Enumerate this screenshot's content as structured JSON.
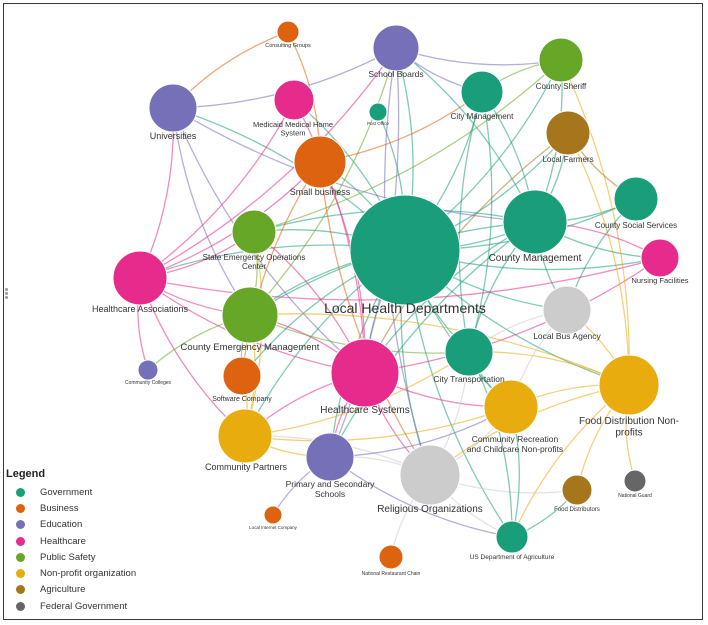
{
  "colors": {
    "government": "#1a9e7a",
    "business": "#de6310",
    "education": "#7570b8",
    "healthcare": "#e62b8c",
    "public_safety": "#67a728",
    "nonprofit": "#e8ac0e",
    "agriculture": "#a6761d",
    "federal": "#666666",
    "religious": "#cccccc",
    "busagency": "#cccccc"
  },
  "legend": {
    "title": "Legend",
    "items": [
      {
        "label": "Government",
        "color": "#1a9e7a"
      },
      {
        "label": "Business",
        "color": "#de6310"
      },
      {
        "label": "Education",
        "color": "#7570b8"
      },
      {
        "label": "Healthcare",
        "color": "#e62b8c"
      },
      {
        "label": "Public Safety",
        "color": "#67a728"
      },
      {
        "label": "Non-profit organization",
        "color": "#e8ac0e"
      },
      {
        "label": "Agriculture",
        "color": "#a6761d"
      },
      {
        "label": "Federal Government",
        "color": "#666666"
      }
    ]
  },
  "nodes": [
    {
      "id": "lhd",
      "label": "Local Health Departments",
      "category": "government"
    },
    {
      "id": "cm",
      "label": "County Management",
      "category": "government"
    },
    {
      "id": "hs",
      "label": "Healthcare Systems",
      "category": "healthcare"
    },
    {
      "id": "cem",
      "label": "County Emergency Management",
      "category": "public_safety"
    },
    {
      "id": "ha",
      "label": "Healthcare Associations",
      "category": "healthcare"
    },
    {
      "id": "fdn",
      "label": "Food Distribution Non-profits",
      "category": "nonprofit"
    },
    {
      "id": "ro",
      "label": "Religious Organizations",
      "category": "religious"
    },
    {
      "id": "univ",
      "label": "Universities",
      "category": "education"
    },
    {
      "id": "sb",
      "label": "Small business",
      "category": "business"
    },
    {
      "id": "ct",
      "label": "City Transportation",
      "category": "government"
    },
    {
      "id": "lba",
      "label": "Local Bus Agency",
      "category": "busagency"
    },
    {
      "id": "crc",
      "label": "Community Recreation and Childcare Non-profits",
      "category": "nonprofit"
    },
    {
      "id": "cp",
      "label": "Community Partners",
      "category": "nonprofit"
    },
    {
      "id": "pss",
      "label": "Primary and Secondary Schools",
      "category": "education"
    },
    {
      "id": "seoc",
      "label": "State Emergency Operations Center",
      "category": "public_safety"
    },
    {
      "id": "sboard",
      "label": "School Boards",
      "category": "education"
    },
    {
      "id": "csheriff",
      "label": "County Sheriff",
      "category": "public_safety"
    },
    {
      "id": "cityman",
      "label": "City Management",
      "category": "government"
    },
    {
      "id": "lfarm",
      "label": "Local Farmers",
      "category": "agriculture"
    },
    {
      "id": "css",
      "label": "County Social Services",
      "category": "government"
    },
    {
      "id": "nf",
      "label": "Nursing Facilities",
      "category": "healthcare"
    },
    {
      "id": "mmhs",
      "label": "Medicaid Medical Home System",
      "category": "healthcare"
    },
    {
      "id": "cg",
      "label": "Consulting Groups",
      "category": "business"
    },
    {
      "id": "po",
      "label": "Post Office",
      "category": "government"
    },
    {
      "id": "swc",
      "label": "Software Company",
      "category": "business"
    },
    {
      "id": "cc",
      "label": "Community Colleges",
      "category": "education"
    },
    {
      "id": "usda",
      "label": "US Department of Agriculture",
      "category": "government"
    },
    {
      "id": "fd",
      "label": "Food Distributors",
      "category": "agriculture"
    },
    {
      "id": "ng",
      "label": "National Guard",
      "category": "federal"
    },
    {
      "id": "nrc",
      "label": "National Restaurant Chain",
      "category": "business"
    },
    {
      "id": "lic",
      "label": "Local Internet Company",
      "category": "business"
    }
  ],
  "edges": [
    [
      "lhd",
      "cm"
    ],
    [
      "lhd",
      "hs"
    ],
    [
      "lhd",
      "cem"
    ],
    [
      "lhd",
      "ha"
    ],
    [
      "lhd",
      "fdn"
    ],
    [
      "lhd",
      "ro"
    ],
    [
      "lhd",
      "univ"
    ],
    [
      "lhd",
      "sb"
    ],
    [
      "lhd",
      "ct"
    ],
    [
      "lhd",
      "lba"
    ],
    [
      "lhd",
      "crc"
    ],
    [
      "lhd",
      "cp"
    ],
    [
      "lhd",
      "pss"
    ],
    [
      "lhd",
      "seoc"
    ],
    [
      "lhd",
      "sboard"
    ],
    [
      "lhd",
      "csheriff"
    ],
    [
      "lhd",
      "cityman"
    ],
    [
      "lhd",
      "lfarm"
    ],
    [
      "lhd",
      "css"
    ],
    [
      "lhd",
      "nf"
    ],
    [
      "lhd",
      "mmhs"
    ],
    [
      "lhd",
      "po"
    ],
    [
      "lhd",
      "usda"
    ],
    [
      "lhd",
      "swc"
    ],
    [
      "cm",
      "hs"
    ],
    [
      "cm",
      "cem"
    ],
    [
      "cm",
      "ct"
    ],
    [
      "cm",
      "css"
    ],
    [
      "cm",
      "csheriff"
    ],
    [
      "cm",
      "cityman"
    ],
    [
      "cm",
      "sboard"
    ],
    [
      "cm",
      "seoc"
    ],
    [
      "cm",
      "lba"
    ],
    [
      "cm",
      "nf"
    ],
    [
      "cm",
      "lfarm"
    ],
    [
      "cm",
      "pss"
    ],
    [
      "ha",
      "hs"
    ],
    [
      "ha",
      "cem"
    ],
    [
      "ha",
      "univ"
    ],
    [
      "ha",
      "seoc"
    ],
    [
      "ha",
      "mmhs"
    ],
    [
      "ha",
      "sb"
    ],
    [
      "ha",
      "cp"
    ],
    [
      "ha",
      "cc"
    ],
    [
      "ha",
      "sboard"
    ],
    [
      "ha",
      "nf"
    ],
    [
      "univ",
      "hs"
    ],
    [
      "univ",
      "cem"
    ],
    [
      "univ",
      "sboard"
    ],
    [
      "univ",
      "cm"
    ],
    [
      "hs",
      "ro"
    ],
    [
      "hs",
      "cem"
    ],
    [
      "hs",
      "pss"
    ],
    [
      "hs",
      "cp"
    ],
    [
      "hs",
      "crc"
    ],
    [
      "hs",
      "mmhs"
    ],
    [
      "hs",
      "seoc"
    ],
    [
      "hs",
      "sb"
    ],
    [
      "hs",
      "nf"
    ],
    [
      "fdn",
      "ro"
    ],
    [
      "fdn",
      "usda"
    ],
    [
      "fdn",
      "fd"
    ],
    [
      "fdn",
      "ng"
    ],
    [
      "fdn",
      "lfarm"
    ],
    [
      "fdn",
      "crc"
    ],
    [
      "fdn",
      "lba"
    ],
    [
      "fdn",
      "csheriff"
    ],
    [
      "fdn",
      "ct"
    ],
    [
      "fdn",
      "cem"
    ],
    [
      "ro",
      "usda"
    ],
    [
      "ro",
      "nrc"
    ],
    [
      "ro",
      "fd"
    ],
    [
      "ro",
      "cp"
    ],
    [
      "ro",
      "pss"
    ],
    [
      "ro",
      "ct"
    ],
    [
      "ro",
      "crc"
    ],
    [
      "cp",
      "cem"
    ],
    [
      "cp",
      "pss"
    ],
    [
      "cp",
      "ct"
    ],
    [
      "cp",
      "crc"
    ],
    [
      "cp",
      "swc"
    ],
    [
      "cp",
      "seoc"
    ],
    [
      "cem",
      "seoc"
    ],
    [
      "cem",
      "swc"
    ],
    [
      "cem",
      "cc"
    ],
    [
      "cem",
      "ct"
    ],
    [
      "cem",
      "sboard"
    ],
    [
      "pss",
      "sboard"
    ],
    [
      "pss",
      "lic"
    ],
    [
      "pss",
      "usda"
    ],
    [
      "pss",
      "crc"
    ],
    [
      "sb",
      "cityman"
    ],
    [
      "sb",
      "cg"
    ],
    [
      "sb",
      "ro"
    ],
    [
      "sb",
      "swc"
    ],
    [
      "usda",
      "fd"
    ],
    [
      "usda",
      "ct"
    ],
    [
      "usda",
      "crc"
    ],
    [
      "sboard",
      "csheriff"
    ],
    [
      "sboard",
      "cityman"
    ],
    [
      "csheriff",
      "cityman"
    ],
    [
      "lfarm",
      "css"
    ],
    [
      "lfarm",
      "hs"
    ],
    [
      "css",
      "lba"
    ],
    [
      "nf",
      "cm"
    ],
    [
      "ct",
      "crc"
    ],
    [
      "ct",
      "cityman"
    ],
    [
      "seoc",
      "csheriff"
    ],
    [
      "cg",
      "univ"
    ],
    [
      "lba",
      "ct"
    ],
    [
      "lba",
      "crc"
    ],
    [
      "sboard",
      "ro"
    ],
    [
      "cityman",
      "ct"
    ]
  ]
}
